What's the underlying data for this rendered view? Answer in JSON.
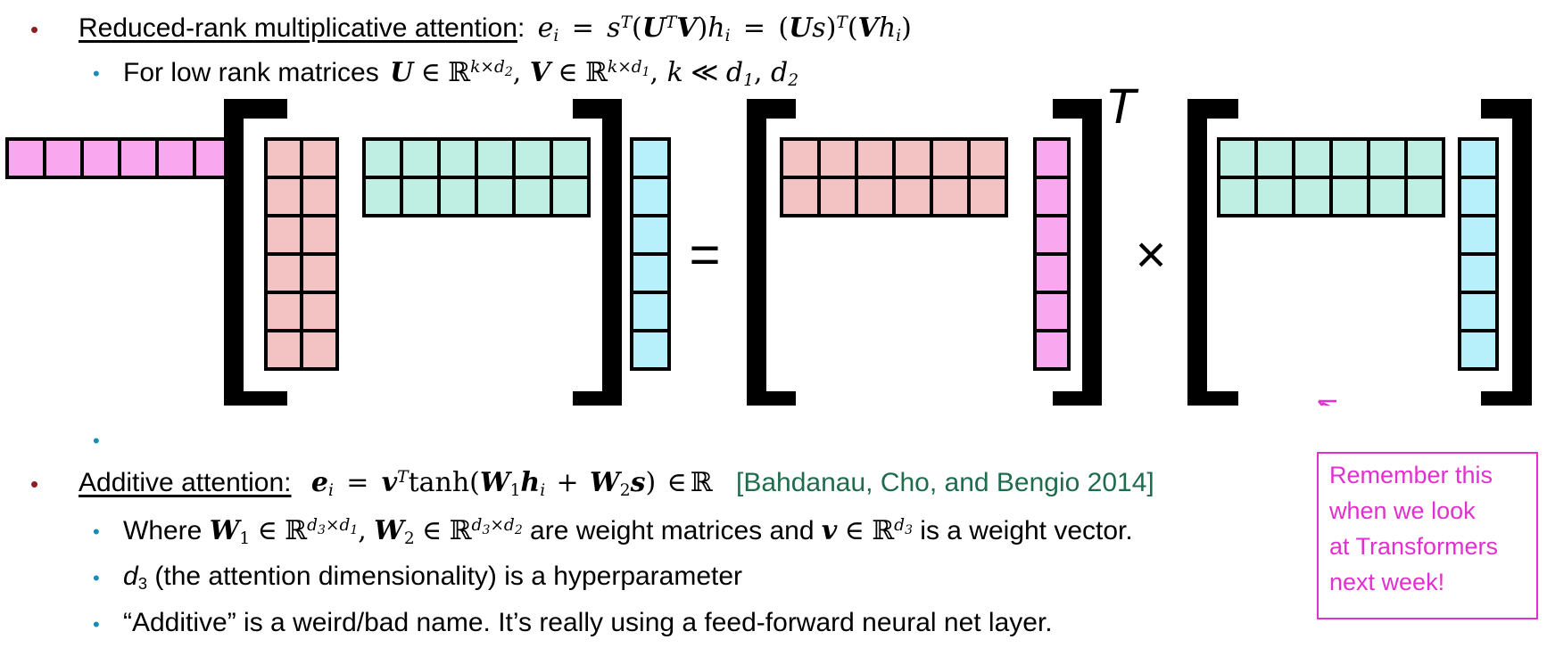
{
  "reduced": {
    "bullet": "•",
    "title": "Reduced-rank multiplicative attention",
    "colon": ":",
    "formula": {
      "e": "e",
      "i": "i",
      "eq": "=",
      "s": "s",
      "T": "T",
      "U": "U",
      "V": "V",
      "h": "h"
    },
    "sub": {
      "bullet": "•",
      "prefix": "For low rank matrices",
      "U": "U",
      "in": "∈",
      "R": "ℝ",
      "exp1": "k×d",
      "exp1_sub": "2",
      "V": "V",
      "exp2": "k×d",
      "exp2_sub": "1",
      "k": "k",
      "ll": "≪",
      "d": "d",
      "d1": "1",
      "d2": "2"
    }
  },
  "diagram": {
    "equals": "=",
    "times": "×",
    "transpose": "T",
    "colors": {
      "pink": "#f9a8f0",
      "salmon": "#f3c3c3",
      "mint": "#bfeee3",
      "cyan": "#b7effa",
      "bracket": "#000000"
    }
  },
  "stray_bullet": "•",
  "additive": {
    "bullet": "•",
    "title": "Additive attention:",
    "formula": {
      "e": "e",
      "i": "i",
      "eq": "=",
      "v": "v",
      "T": "T",
      "tanh": "tanh",
      "W": "W",
      "one": "1",
      "two": "2",
      "h": "h",
      "plus": "+",
      "s": "s",
      "in": "∈",
      "R": "ℝ"
    },
    "citation": "[Bahdanau, Cho, and Bengio 2014]",
    "items": [
      {
        "bullet": "•",
        "where": "Where",
        "W": "W",
        "in": "∈",
        "R": "ℝ",
        "d": "d",
        "x": "×",
        "one": "1",
        "two": "2",
        "three": "3",
        "comma": ",",
        "middle": "are weight matrices and",
        "v": "v",
        "end": "is a weight vector."
      },
      {
        "bullet": "•",
        "d": "d",
        "d_sub": "3",
        "text": "(the attention dimensionality) is a hyperparameter"
      },
      {
        "bullet": "•",
        "text": "“Additive” is a weird/bad name. It’s really using a feed-forward neural net layer."
      }
    ]
  },
  "note": {
    "lines": [
      "Remember this",
      "when we look",
      "at Transformers",
      "next week!"
    ],
    "color": "#e22fd0"
  }
}
